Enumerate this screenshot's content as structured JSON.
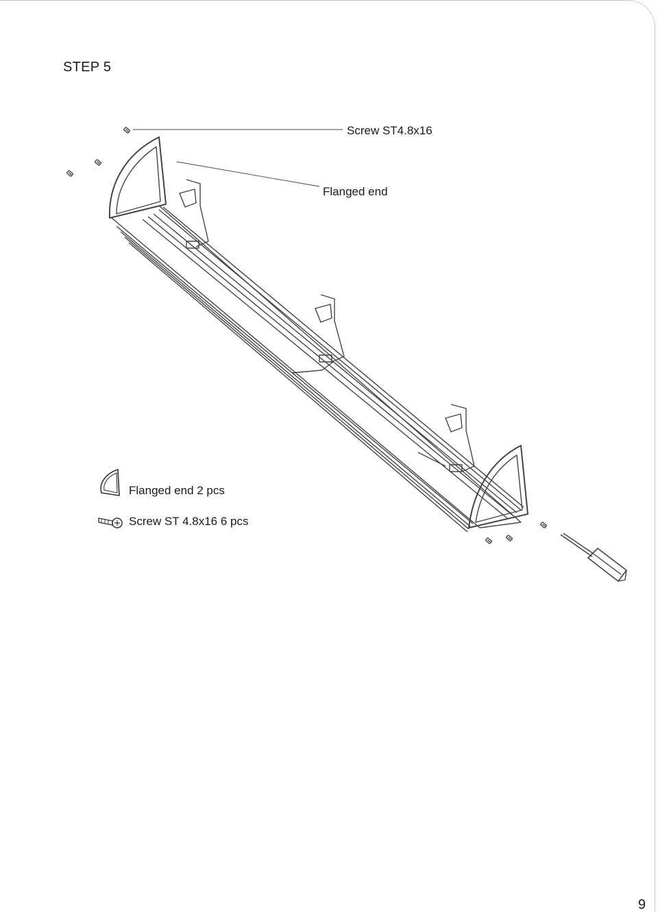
{
  "step": {
    "title": "STEP 5"
  },
  "callouts": {
    "screw": "Screw ST4.8x16",
    "flanged_end": "Flanged end"
  },
  "parts": [
    {
      "icon": "flanged-end-icon",
      "label": "Flanged end 2 pcs"
    },
    {
      "icon": "screw-icon",
      "label": "Screw ST 4.8x16 6 pcs"
    }
  ],
  "page": {
    "number": "9"
  }
}
